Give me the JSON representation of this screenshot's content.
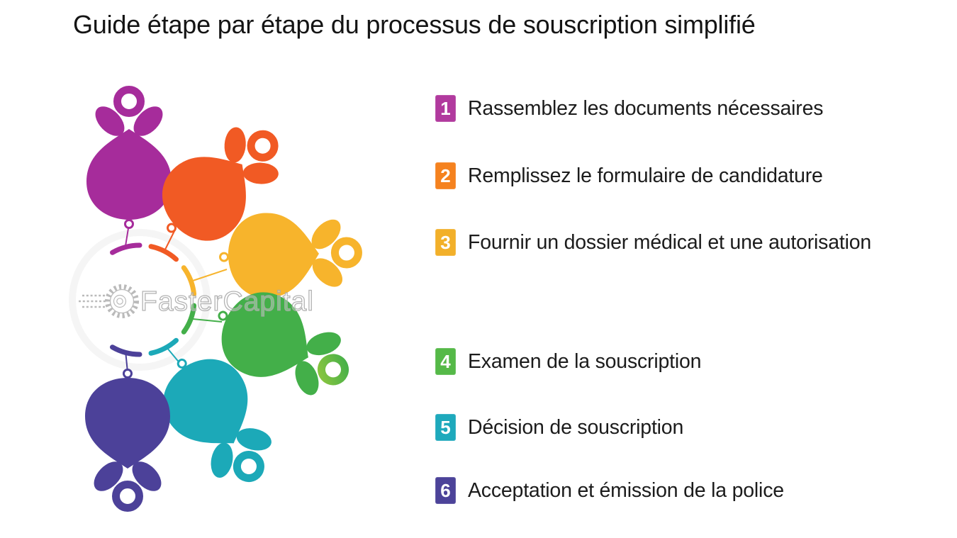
{
  "title": "Guide étape par étape du processus de souscription simplifié",
  "watermark": {
    "brand": "FasterCapital",
    "icon": "gear-icon",
    "color": "#ababab"
  },
  "background": "#ffffff",
  "steps": [
    {
      "number": "1",
      "label": "Rassemblez les documents nécessaires",
      "color": "#B13A9E"
    },
    {
      "number": "2",
      "label": "Remplissez le formulaire de candidature",
      "color": "#F5821F"
    },
    {
      "number": "3",
      "label": "Fournir un dossier médical et une autorisation",
      "color": "#F2B02A"
    },
    {
      "number": "4",
      "label": "Examen de la souscription",
      "color": "#55B948"
    },
    {
      "number": "5",
      "label": "Décision de souscription",
      "color": "#1EA9BC"
    },
    {
      "number": "6",
      "label": "Acceptation et émission de la police",
      "color": "#4C4399"
    }
  ],
  "diagram": {
    "type": "flower-process-infographic",
    "description": "Six balloon-shaped petals fanned around a segmented circle, one per step",
    "petals": [
      {
        "step": "1",
        "color": "#A62C9B"
      },
      {
        "step": "2",
        "color": "#F15A24"
      },
      {
        "step": "3",
        "color": "#F7B42C"
      },
      {
        "step": "4",
        "color": "#43AF49"
      },
      {
        "step": "5",
        "color": "#1CA9B8"
      },
      {
        "step": "6",
        "color": "#4C4199"
      }
    ],
    "green_ring_gradient": [
      "#8CC63F",
      "#43AF49"
    ],
    "faint_circle_color": "#f5f5f5"
  }
}
